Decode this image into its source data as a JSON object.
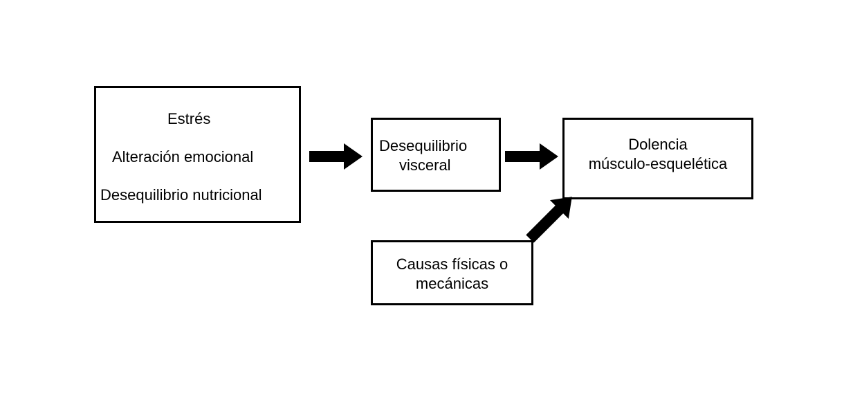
{
  "nodes": {
    "causes": {
      "lines": [
        "Estrés",
        "Alteración emocional",
        "Desequilibrio nutricional"
      ]
    },
    "visceral": {
      "lines": [
        "Desequilibrio",
        "visceral"
      ]
    },
    "dolencia": {
      "lines": [
        "Dolencia",
        "músculo-esquelética"
      ]
    },
    "fisicas": {
      "lines": [
        "Causas físicas o",
        "mecánicas"
      ]
    }
  },
  "edges": [
    {
      "from": "causes",
      "to": "visceral"
    },
    {
      "from": "visceral",
      "to": "dolencia"
    },
    {
      "from": "fisicas",
      "to": "dolencia"
    }
  ],
  "colors": {
    "stroke": "#000000",
    "background": "#ffffff"
  }
}
